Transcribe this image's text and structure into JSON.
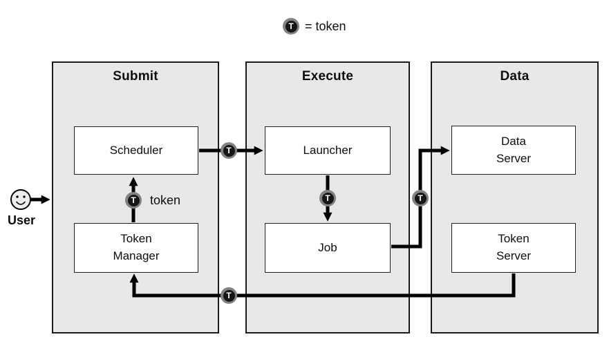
{
  "legend": {
    "label": "= token"
  },
  "tokens": {
    "letter": "T",
    "flow_label": "token"
  },
  "user": {
    "label": "User"
  },
  "panels": [
    {
      "id": "submit",
      "title": "Submit"
    },
    {
      "id": "execute",
      "title": "Execute"
    },
    {
      "id": "data",
      "title": "Data"
    }
  ],
  "boxes": [
    {
      "id": "scheduler",
      "label": "Scheduler"
    },
    {
      "id": "token-manager",
      "label": [
        "Token",
        "Manager"
      ]
    },
    {
      "id": "launcher",
      "label": "Launcher"
    },
    {
      "id": "job",
      "label": "Job"
    },
    {
      "id": "data-server",
      "label": [
        "Data",
        "Server"
      ]
    },
    {
      "id": "token-server",
      "label": [
        "Token",
        "Server"
      ]
    }
  ],
  "connections": [
    {
      "from": "user",
      "to": "submit-panel",
      "token": false
    },
    {
      "from": "token-manager",
      "to": "scheduler",
      "token": true,
      "label": "token"
    },
    {
      "from": "scheduler",
      "to": "launcher",
      "token": true
    },
    {
      "from": "launcher",
      "to": "job",
      "token": true
    },
    {
      "from": "job",
      "to": "data-server",
      "token": true
    },
    {
      "from": "token-server",
      "to": "token-manager",
      "token": true
    }
  ],
  "colors": {
    "panel_fill": "#e8e8e8",
    "panel_border": "#1a1a1a",
    "box_fill": "#ffffff",
    "box_border": "#1f1f1f",
    "line": "#000000",
    "badge_ring": "#828282",
    "badge_fill": "#161616",
    "badge_letter": "#ffffff"
  }
}
